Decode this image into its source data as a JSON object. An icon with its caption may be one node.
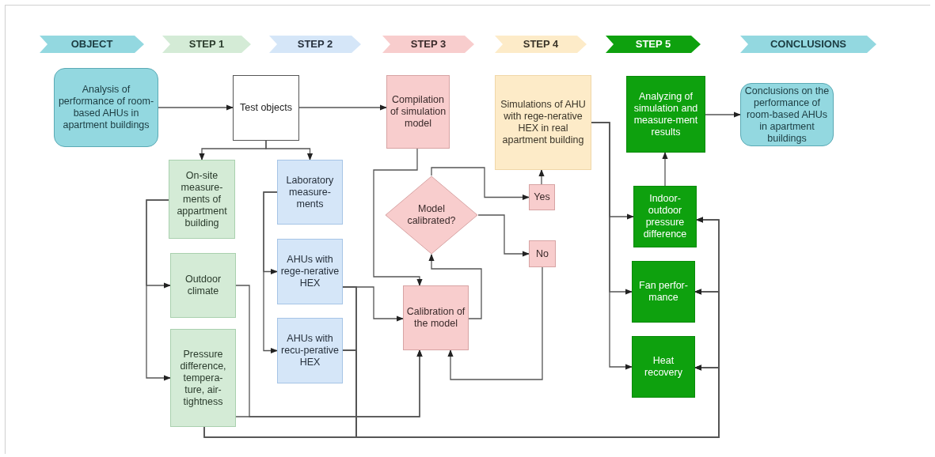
{
  "diagram": {
    "nodes": [
      {
        "text": [
          "OBJECT"
        ]
      },
      {
        "text": [
          "STEP 1"
        ]
      },
      {
        "text": [
          "STEP 2"
        ]
      },
      {
        "text": [
          "STEP 3"
        ]
      },
      {
        "text": [
          "STEP 4"
        ]
      },
      {
        "text": [
          "STEP 5"
        ]
      },
      {
        "text": [
          "CONCLUSIONS"
        ]
      },
      {
        "text": [
          "Analysis of performance of room-based AHUs in apartment buildings"
        ]
      },
      {
        "text": [
          "Test objects"
        ]
      },
      {
        "text": [
          "Compilation of simulation model"
        ]
      },
      {
        "text": [
          "Simulations of AHU with rege-nerative HEX in real apartment building"
        ]
      },
      {
        "text": [
          "Analyzing of simulation and measure-ment results"
        ]
      },
      {
        "text": [
          "Conclusions on the performance of room-based AHUs in apartment buildings"
        ]
      },
      {
        "text": [
          "On-site measure-ments of appartment building"
        ]
      },
      {
        "text": [
          "Laboratory measure-ments"
        ]
      },
      {
        "text": [
          "Model calibrated?"
        ]
      },
      {
        "text": [
          "Yes"
        ]
      },
      {
        "text": [
          "No"
        ]
      },
      {
        "text": [
          "Indoor-outdoor pressure difference"
        ]
      },
      {
        "text": [
          "Outdoor climate"
        ]
      },
      {
        "text": [
          "AHUs with rege-nerative HEX"
        ]
      },
      {
        "text": [
          "Calibration of the model"
        ]
      },
      {
        "text": [
          "Fan perfor-mance"
        ]
      },
      {
        "text": [
          "AHUs with recu-perative HEX"
        ]
      },
      {
        "text": [
          "Pressure difference, tempera-ture, air-tightness"
        ]
      },
      {
        "text": [
          "Heat recovery"
        ]
      }
    ],
    "edges": [
      {
        "from": 7,
        "to": 8,
        "arrow": "to"
      },
      {
        "from": 8,
        "to": 9,
        "arrow": "to"
      },
      {
        "from": 8,
        "to": 13,
        "arrow": "to"
      },
      {
        "from": 8,
        "to": 14,
        "arrow": "to"
      },
      {
        "from": 9,
        "to": 21,
        "arrow": "to"
      },
      {
        "from": 21,
        "to": 15,
        "arrow": "to"
      },
      {
        "from": 15,
        "to": 16,
        "arrow": "to"
      },
      {
        "from": 15,
        "to": 17,
        "arrow": "to"
      },
      {
        "from": 16,
        "to": 10,
        "arrow": "to"
      },
      {
        "from": 17,
        "to": 21,
        "arrow": "to"
      },
      {
        "from": 10,
        "to": 18,
        "arrow": "to"
      },
      {
        "from": 10,
        "to": 22,
        "arrow": "to"
      },
      {
        "from": 10,
        "to": 25,
        "arrow": "to"
      },
      {
        "from": 18,
        "to": 11,
        "arrow": "to"
      },
      {
        "from": 11,
        "to": 12,
        "arrow": "to"
      },
      {
        "from": 13,
        "to": 19,
        "arrow": "to"
      },
      {
        "from": 13,
        "to": 24,
        "arrow": "to"
      },
      {
        "from": 14,
        "to": 20,
        "arrow": "to"
      },
      {
        "from": 14,
        "to": 23,
        "arrow": "to"
      },
      {
        "from": 20,
        "to": 21,
        "arrow": "to"
      },
      {
        "from": 19,
        "to": 21,
        "arrow": "to"
      },
      {
        "from": 24,
        "to": 21,
        "arrow": "to"
      },
      {
        "from": 20,
        "to": 18,
        "arrow": "to"
      },
      {
        "from": 20,
        "to": 22,
        "arrow": "to"
      },
      {
        "from": 20,
        "to": 25,
        "arrow": "to"
      },
      {
        "from": 23,
        "to": 18,
        "arrow": "to"
      },
      {
        "from": 23,
        "to": 22,
        "arrow": "to"
      },
      {
        "from": 23,
        "to": 25,
        "arrow": "to"
      },
      {
        "from": 24,
        "to": 18,
        "arrow": "to"
      },
      {
        "from": 24,
        "to": 22,
        "arrow": "to"
      },
      {
        "from": 24,
        "to": 25,
        "arrow": "to"
      }
    ]
  }
}
